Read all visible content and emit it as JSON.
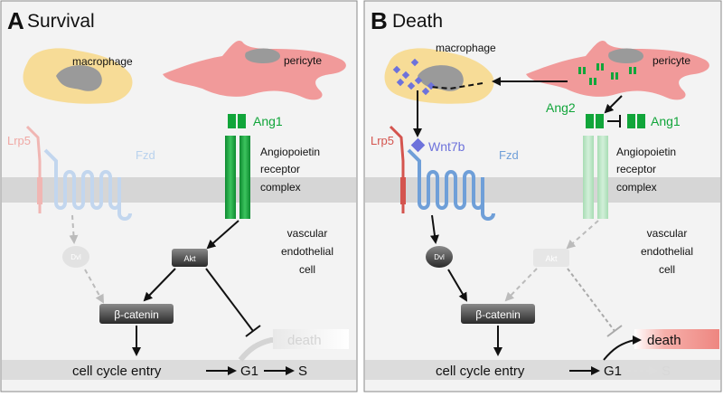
{
  "panels": {
    "survival": {
      "letter": "A",
      "title": "Survival",
      "cells": {
        "macrophage": "macrophage",
        "pericyte": "pericyte"
      },
      "receptors": {
        "lrp5": "Lrp5",
        "fzd": "Fzd"
      },
      "ligands": {
        "ang1": "Ang1"
      },
      "complex": [
        "Angiopoietin",
        "receptor",
        "complex"
      ],
      "endothelial": [
        "vascular",
        "endothelial",
        "cell"
      ],
      "nodes": {
        "dvl": "Dvl",
        "akt": "Akt",
        "beta_catenin": "β-catenin"
      },
      "outcomes": {
        "death": "death",
        "cell_cycle": "cell cycle entry",
        "g1": "G1",
        "s": "S"
      }
    },
    "death": {
      "letter": "B",
      "title": "Death",
      "cells": {
        "macrophage": "macrophage",
        "pericyte": "pericyte"
      },
      "receptors": {
        "lrp5": "Lrp5",
        "fzd": "Fzd"
      },
      "ligands": {
        "wnt7b": "Wnt7b",
        "ang1": "Ang1",
        "ang2": "Ang2"
      },
      "complex": [
        "Angiopoietin",
        "receptor",
        "complex"
      ],
      "endothelial": [
        "vascular",
        "endothelial",
        "cell"
      ],
      "nodes": {
        "dvl": "Dvl",
        "akt": "Akt",
        "beta_catenin": "β-catenin"
      },
      "outcomes": {
        "death": "death",
        "cell_cycle": "cell cycle entry",
        "g1": "G1",
        "s": "S"
      }
    }
  },
  "colors": {
    "panel_bg": "#f3f3f3",
    "membrane": "#d6d6d6",
    "bottom_band": "#dcdcdc",
    "macrophage": "#f7dc97",
    "pericyte": "#f19a9a",
    "nucleus": "#9a9a9a",
    "lrp5": "#d4544e",
    "fzd": "#6f9fd8",
    "ang_green": "#11a53a",
    "wnt_blue": "#6d72db",
    "node_dark": "#3c3c3c",
    "death_fill": "#f2908a",
    "arrow": "#111111"
  }
}
